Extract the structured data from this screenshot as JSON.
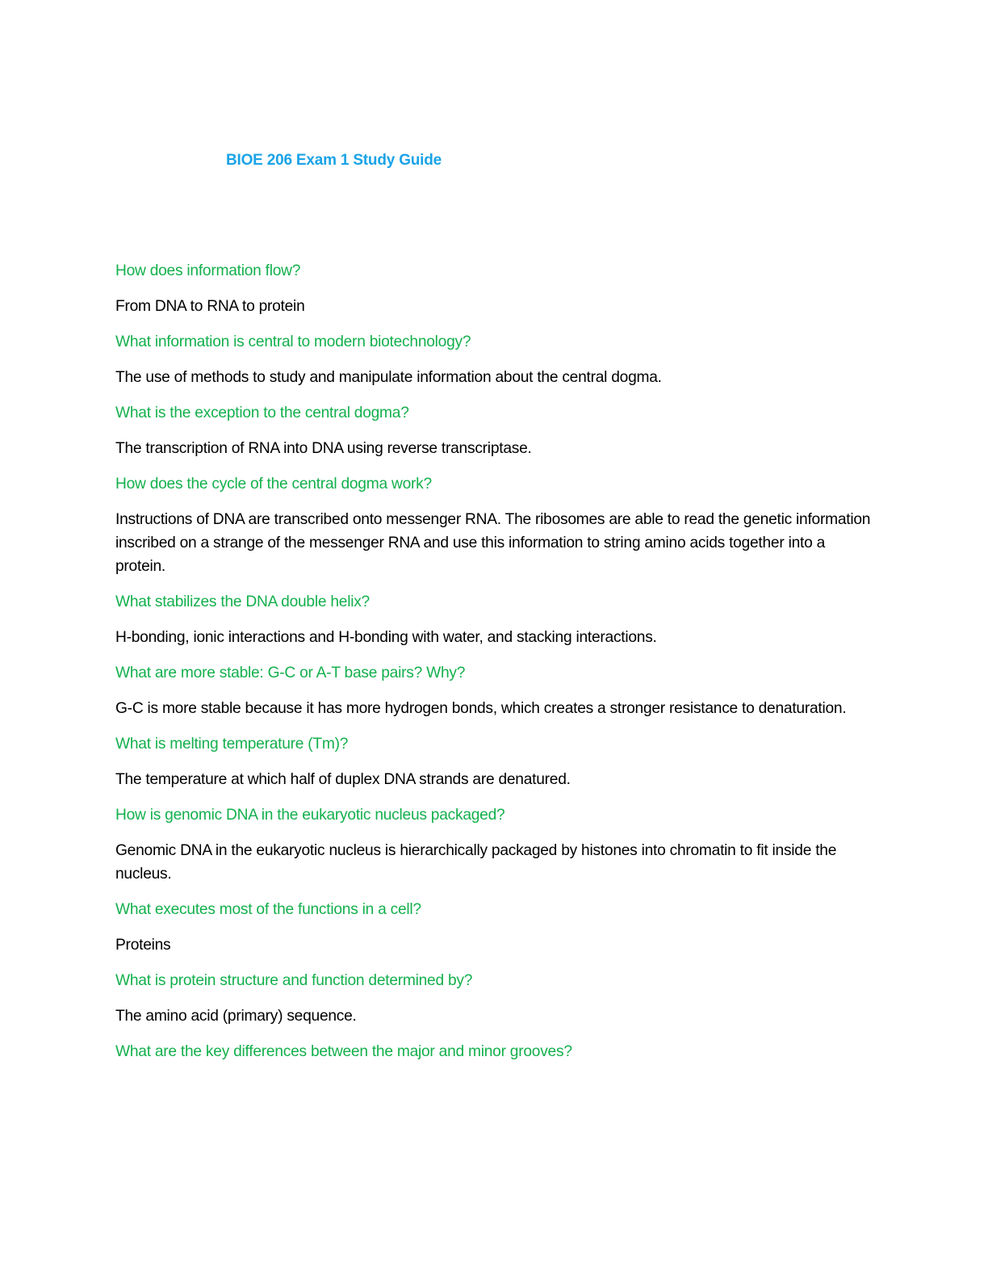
{
  "document": {
    "title": "BIOE 206 Exam 1 Study Guide",
    "qa": [
      {
        "q": "How does information flow?",
        "a": "From DNA to RNA to protein"
      },
      {
        "q": "What information is central to modern biotechnology?",
        "a": "The use of methods to study and manipulate information about the central dogma."
      },
      {
        "q": "What is the exception to the central dogma?",
        "a": "The transcription of RNA into DNA using reverse transcriptase."
      },
      {
        "q": "How does the cycle of the central dogma work?",
        "a": "Instructions of DNA are transcribed onto messenger RNA. The ribosomes are able to read the genetic information inscribed on a strange of the messenger RNA and use this information to string amino acids together into a protein."
      },
      {
        "q": "What stabilizes the DNA double helix?",
        "a": "H-bonding, ionic interactions and H-bonding with water, and stacking interactions."
      },
      {
        "q": "What are more stable: G-C or A-T base pairs? Why?",
        "a": "G-C is more stable because it has more hydrogen bonds, which creates a stronger resistance to denaturation."
      },
      {
        "q": "What is melting temperature (Tm)?",
        "a": "The temperature at which half of duplex DNA strands are denatured."
      },
      {
        "q": "How is genomic DNA in the eukaryotic nucleus packaged?",
        "a": "Genomic DNA in the eukaryotic nucleus is hierarchically packaged by histones into chromatin to fit inside the nucleus."
      },
      {
        "q": "What executes most of the functions in a cell?",
        "a": "Proteins"
      },
      {
        "q": "What is protein structure and function determined by?",
        "a": "The amino acid (primary) sequence."
      },
      {
        "q": "What are the key differences between the major and minor grooves?",
        "a": ""
      }
    ]
  },
  "colors": {
    "title": "#1aa3e6",
    "question": "#13b04c",
    "answer": "#000000"
  }
}
